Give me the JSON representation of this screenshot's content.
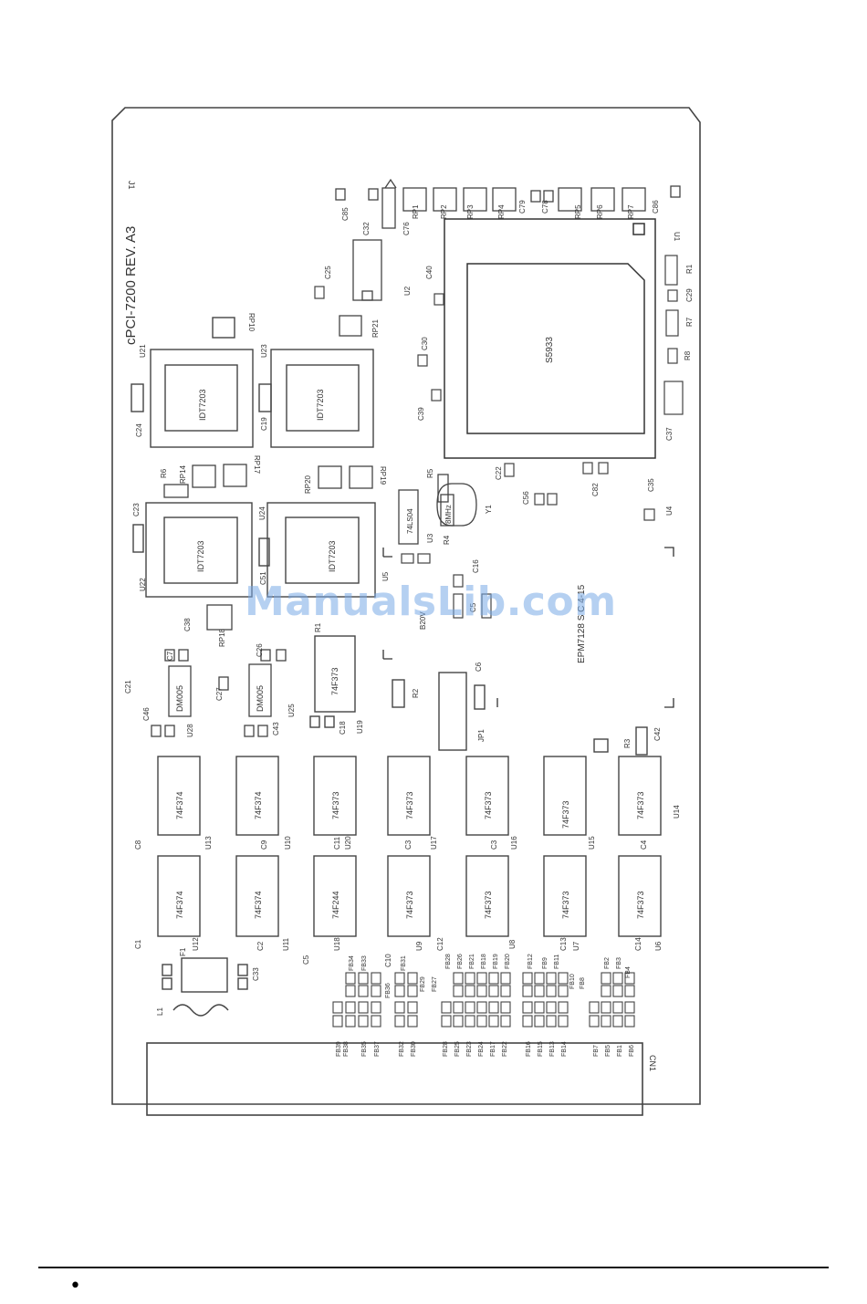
{
  "document": {
    "board_title": "cPCI-7200 REV. A3",
    "connector_j1": "J1",
    "connector_cn1": "CN1",
    "watermark": "ManualsLib.com",
    "footer_bullet": "•"
  },
  "components": {
    "main_chip": "S5933",
    "cpld": "EPM7128 S C 4-15",
    "crystal": "8MHz",
    "chip_74ls04": "74LS04",
    "fifos": [
      "IDT7203",
      "IDT7203",
      "IDT7203",
      "IDT7203"
    ],
    "delay_lines": [
      "DM005",
      "DM005"
    ],
    "buffer_top": "74F373",
    "row_top": [
      "74F374",
      "74F374",
      "74F373",
      "74F373",
      "74F373",
      "74F373",
      "74F373"
    ],
    "row_bottom": [
      "74F374",
      "74F374",
      "74F244",
      "74F373",
      "74F373",
      "74F373",
      "74F373"
    ],
    "inductor": "L1",
    "fuse": "F1",
    "jumper": "JP1"
  },
  "reference_labels": {
    "top_rp": [
      "RP1",
      "RP2",
      "RP3",
      "RP4",
      "RP5",
      "RP6",
      "RP7"
    ],
    "top_caps": [
      "C85",
      "C32",
      "C76",
      "C79",
      "C78",
      "C86"
    ],
    "right_res": [
      "R1",
      "C29",
      "R7",
      "R8",
      "C37"
    ],
    "u1": "U1",
    "u2": "U2",
    "c40": "C40",
    "c30": "C30",
    "c39": "C39",
    "c25": "C25",
    "rp21": "RP21",
    "rp10": "RP10",
    "u21": "U21",
    "u23": "U23",
    "c24": "C24",
    "c19": "C19",
    "rp14": "RP14",
    "rp17": "RP17",
    "r6": "R6",
    "rp20": "RP20",
    "rp19": "RP19",
    "c23": "C23",
    "u22": "U22",
    "u24": "U24",
    "c51": "C51",
    "c38": "C38",
    "rp18": "RP18",
    "u5": "U5",
    "r5": "R5",
    "u3": "U3",
    "r4": "R4",
    "y1": "Y1",
    "c22": "C22",
    "c56": "C56",
    "c82": "C82",
    "c35": "C35",
    "u4": "U4",
    "c16": "C16",
    "c5": "C5",
    "b20v": "B20V",
    "r1": "R1",
    "c7": "C7",
    "c26": "C26",
    "c21": "C21",
    "c46": "C46",
    "u28": "U28",
    "c27": "C27",
    "c43": "C43",
    "u25": "U25",
    "c18": "C18",
    "u19": "U19",
    "r2": "R2",
    "c6": "C6",
    "r3": "R3",
    "c42": "C42",
    "u14": "U14",
    "cap_row_mid": [
      "C8",
      "U13",
      "C9",
      "U10",
      "C11",
      "U20",
      "C3",
      "U17",
      "C3",
      "U16",
      "U15",
      "C4"
    ],
    "cap_row_low": [
      "C1",
      "U12",
      "C2",
      "U11",
      "C5",
      "U18",
      "C10",
      "U9",
      "C12",
      "U8",
      "C13",
      "U7",
      "C14",
      "U6"
    ],
    "c33": "C33",
    "fb_groups": [
      [
        "FB39",
        "FB38",
        "FB35",
        "FB37"
      ],
      [
        "FB34",
        "FB33",
        "FB36"
      ],
      [
        "FB32",
        "FB30",
        "FB31"
      ],
      [
        "FB29",
        "FB27",
        "FB28",
        "FB26"
      ],
      [
        "FB28",
        "FB25",
        "FB23",
        "FB24",
        "FB17",
        "FB22"
      ],
      [
        "FB21",
        "FB18",
        "FB19",
        "FB20"
      ],
      [
        "FB16",
        "FB15",
        "FB13",
        "FB14",
        "FB12"
      ],
      [
        "FB10",
        "FB8",
        "FB9",
        "FB11"
      ],
      [
        "FB7",
        "FB5",
        "FB1",
        "FB6"
      ],
      [
        "FB2",
        "FB3",
        "FB4"
      ]
    ]
  }
}
